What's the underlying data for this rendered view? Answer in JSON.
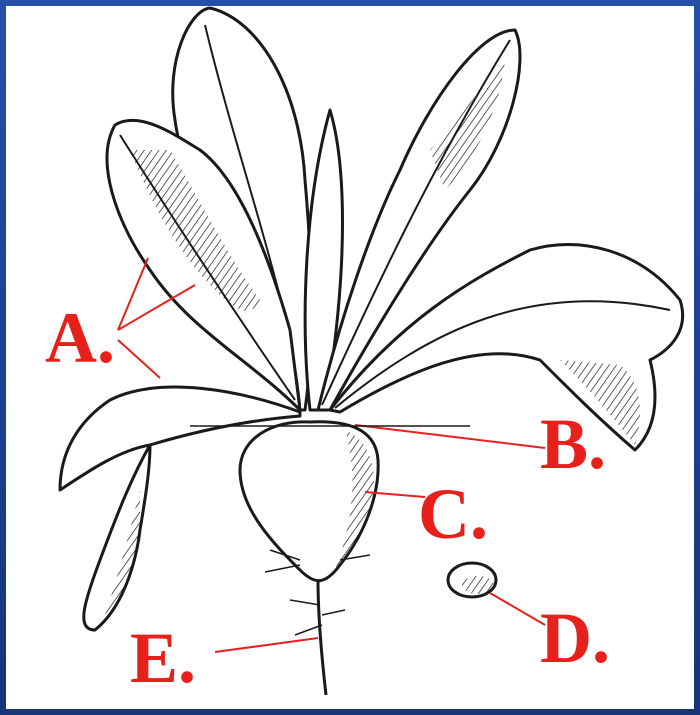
{
  "diagram": {
    "labels": {
      "a": "A.",
      "b": "B.",
      "c": "C.",
      "d": "D.",
      "e": "E."
    },
    "colors": {
      "label": "#e8201c",
      "ink": "#1a1a1a",
      "border": "#1d3f8f"
    }
  }
}
